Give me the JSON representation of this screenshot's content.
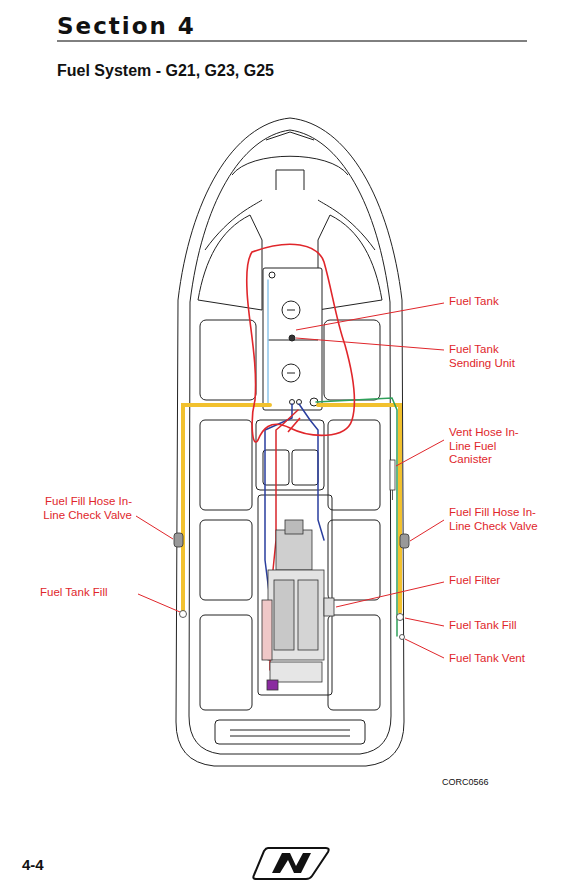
{
  "diagram": {
    "title": "Fuel System - G21, G23, G25",
    "labels": [
      "Section 4",
      "Fuel Tank",
      "Fuel Tank Sending Unit",
      "Vent Hose In-Line Fuel Canister",
      "Fuel Fill Hose In-Line Check Valve",
      "Fuel Fill Hose In-Line Check Valve",
      "Fuel Tank Fill",
      "Fuel Filter",
      "Fuel Tank Fill",
      "Fuel Tank Vent",
      "CORC0566",
      "4-4"
    ]
  }
}
